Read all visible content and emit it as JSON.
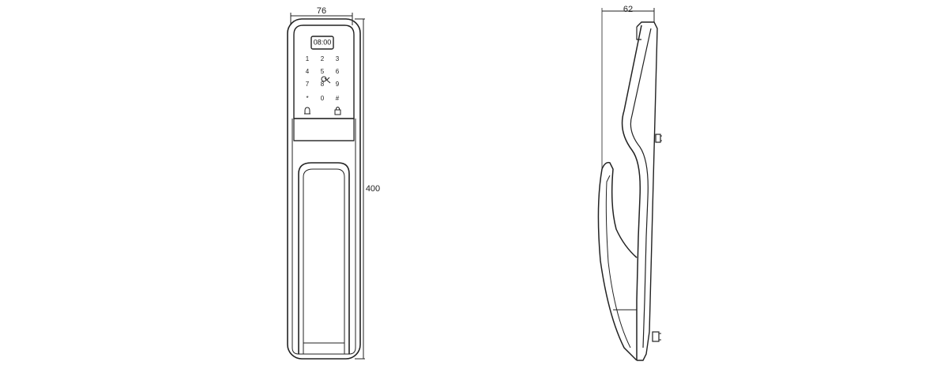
{
  "dimensions": {
    "front_width": "76",
    "front_height": "400",
    "side_depth": "62"
  },
  "display": {
    "time": "08:00"
  },
  "keypad": {
    "keys": [
      "1",
      "2",
      "3",
      "4",
      "5",
      "6",
      "7",
      "8",
      "9",
      "*",
      "0",
      "#"
    ]
  },
  "icons": {
    "bell": "bell-icon",
    "lock": "lock-icon",
    "fingerprint": "fingerprint-icon"
  },
  "colors": {
    "line": "#222222",
    "background": "#ffffff"
  }
}
